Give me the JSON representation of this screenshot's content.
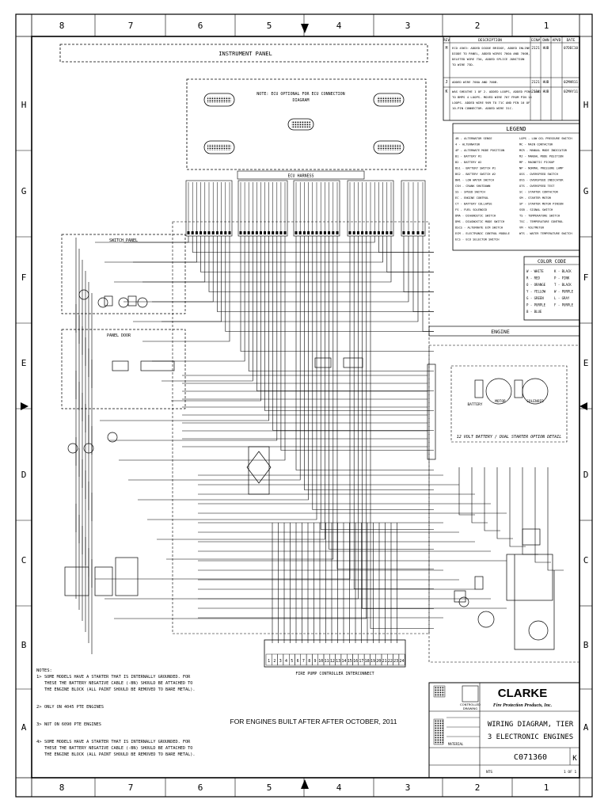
{
  "border": {
    "columns": [
      "8",
      "7",
      "6",
      "5",
      "4",
      "3",
      "2",
      "1"
    ],
    "rows": [
      "H",
      "G",
      "F",
      "E",
      "D",
      "C",
      "B",
      "A"
    ]
  },
  "instrument_panel": "INSTRUMENT PANEL",
  "ecu": {
    "note_line1": "NOTE: ECU OPTIONAL FOR ECU CONNECTION",
    "note_line2": "DIAGRAM",
    "harness_label": "ECU HARNESS"
  },
  "switch_panel": "SWITCH PANEL",
  "panel_door": "PANEL DOOR",
  "engine": "ENGINE",
  "revision_table": {
    "headers": [
      "REV",
      "DESCRIPTION",
      "ECN#",
      "DWN",
      "APVD",
      "DATE"
    ],
    "rows": [
      {
        "rev": "H",
        "lines": [
          "ECO 4563: ADDED DIODE BRIDGE, ADDED INLINE",
          "DIODE TO PANEL, ADDED WIRES 700A AND 700B,",
          "DELETED WIRE 73A, ADDED SPLICE JUNCTION",
          "TO WIRE 73D."
        ],
        "ecn": "2121",
        "dwn": "HUB",
        "date": "07DEC10"
      },
      {
        "rev": "J",
        "lines": [
          "ADDED WIRE 700A AND 700B."
        ],
        "ecn": "2121",
        "dwn": "HUB",
        "date": "02MAR11"
      },
      {
        "rev": "K",
        "lines": [
          "WAS SHEATHE 1 OF 2. ADDED LOOPS, ADDED PINS 16A7",
          "TO BMPS 4 LOOPS. MOVED WIRE 707 FROM PIN 14",
          "LOOPS. ADDED WIRE 909 TO 71C AND PIN 10 OF",
          "10-PIN CONNECTOR. ADDED WIRE 31C."
        ],
        "ecn": "2134",
        "dwn": "HUB",
        "date": "02MAY11"
      }
    ]
  },
  "legend": {
    "title": "LEGEND",
    "left": [
      "4B - ALTERNATOR SENSE",
      "4 - ALTERNATOR",
      "4P - ALTERNATE MODE POSITION",
      "B1 - BATTERY #1",
      "B2 - BATTERY #2",
      "BS1 - BATTERY SWITCH #1",
      "BS2 - BATTERY SWITCH #2",
      "BW1 - LOW WATER SWITCH",
      "CSH - CRANK SHUTDOWN",
      "SS - SPEED SWITCH",
      "EC - ENGINE CONTROL",
      "CT - BATTERY COLLAPSE",
      "FS - FUEL SOLENOID",
      "DMA - DIAGNOSTIC SWITCH",
      "DMS - DIAGNOSTIC MODE SWITCH",
      "DSCS - ALTERNATE ECM SWITCH",
      "ECM - ELECTRONIC CONTROL MODULE",
      "ECS - ECU SELECTOR SWITCH"
    ],
    "right": [
      "LOPS - LOW OIL PRESSURE SWITCH",
      "MC - MAIN CONTACTOR",
      "MCR - MANUAL MODE INDICATOR",
      "MJ - MANUAL MODE POSITION",
      "MP - MAGNETIC PICKUP",
      "NP - NORMAL PRESSURE LAMP",
      "OSS - OVERSPEED SWITCH",
      "OVS - OVERSPEED INDICATOR",
      "OTS - OVERSPEED TEST",
      "SC - STARTER CONTACTOR",
      "SM - STARTER MOTOR",
      "SP - STARTER MOTOR PINION",
      "SSB - SIGNAL SWITCH",
      "TS - TEMPERATURE SWITCH",
      "TSC - TEMPERATURE CONTROL",
      "VM - VOLTMETER",
      "WTS - WATER TEMPERATURE SWITCH"
    ]
  },
  "color_code": {
    "title": "COLOR CODE",
    "left": [
      "W - WHITE",
      "R - RED",
      "O - ORANGE",
      "Y - YELLOW",
      "G - GREEN",
      "P - PURPLE",
      "B - BLUE"
    ],
    "right": [
      "K - BLACK",
      "P - PINK",
      "T - BLACK",
      "W - PURPLE",
      "L - GRAY",
      "F - PURPLE"
    ]
  },
  "engine_detail_caption": "12 VOLT BATTERY / DUAL STARTER OPTION DETAIL",
  "detail_labels": [
    "MOTOR",
    "SOLENOID",
    "BATTERY"
  ],
  "terminal_strip": {
    "terminals": [
      "1",
      "2",
      "3",
      "4",
      "5",
      "6",
      "7",
      "8",
      "9",
      "10",
      "11",
      "12",
      "13",
      "14",
      "15",
      "16",
      "17",
      "18",
      "19",
      "20",
      "21",
      "22",
      "23",
      "24"
    ],
    "caption": "FIRE PUMP CONTROLLER INTERCONNECT"
  },
  "notes": [
    {
      "label": "NOTES:",
      "lines": []
    },
    {
      "label": "1>",
      "lines": [
        "SOME MODELS HAVE A STARTER THAT IS INTERNALLY GROUNDED. FOR",
        "THESE THE BATTERY NEGATIVE CABLE (-BN) SHOULD BE ATTACHED TO",
        "THE ENGINE BLOCK (ALL PAINT SHOULD BE REMOVED TO BARE METAL)."
      ]
    },
    {
      "label": "2>",
      "lines": [
        "ONLY ON 4045 PTE ENGINES"
      ]
    },
    {
      "label": "3>",
      "lines": [
        "NOT ON 6090 PTE ENGINES"
      ]
    },
    {
      "label": "4>",
      "lines": [
        "SOME MODELS HAVE A STARTER THAT IS INTERNALLY GROUNDED. FOR",
        "THESE THE BATTERY NEGATIVE CABLE (-BN) SHOULD BE ATTACHED TO",
        "THE ENGINE BLOCK (ALL PAINT SHOULD BE REMOVED TO BARE METAL)."
      ]
    }
  ],
  "footer_note": "FOR ENGINES BUILT AFTER AFTER OCTOBER, 2011",
  "title_block": {
    "company": "CLARKE",
    "company_sub": "Fire Protection Products, Inc.",
    "controlled": [
      "CONTROLLED",
      "DRAWING"
    ],
    "title_line1": "WIRING DIAGRAM, TIER",
    "title_line2": "3 ELECTRONIC ENGINES",
    "drawing_number": "C071360",
    "rev": "K",
    "material": "MATERIAL",
    "scale": "NTS",
    "sheet": "1 OF 1"
  }
}
